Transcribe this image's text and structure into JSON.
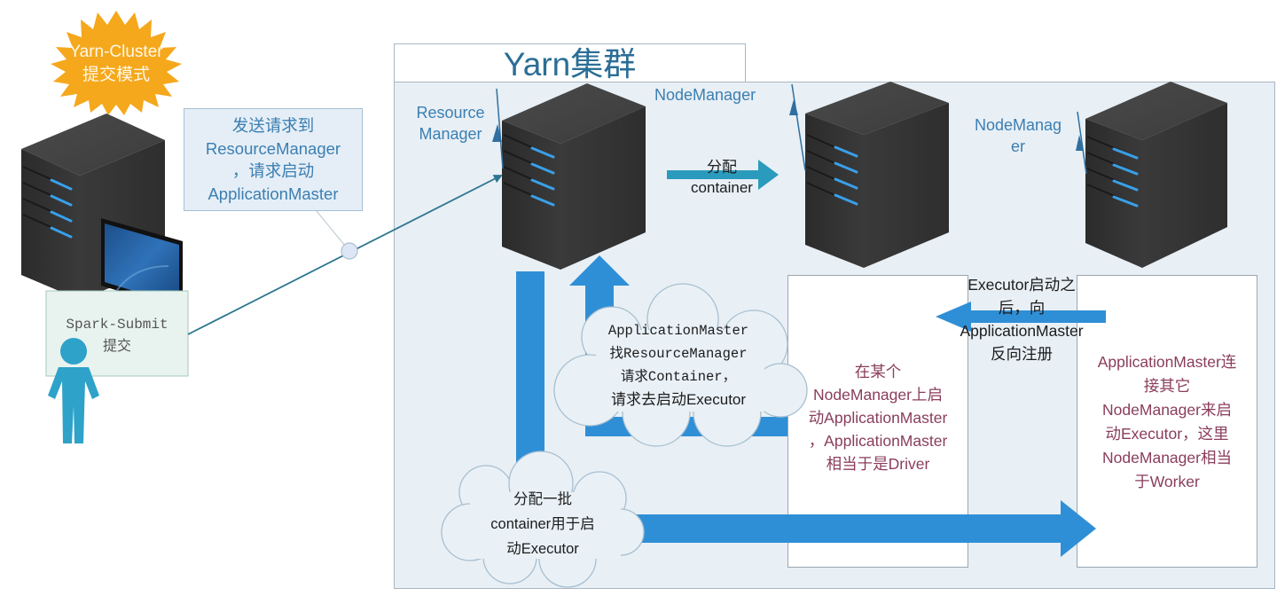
{
  "badge": {
    "line1": "Yarn-Cluster",
    "line2": "提交模式",
    "color": "#f5a81c"
  },
  "cluster": {
    "title": "Yarn集群",
    "background": "#e8eff5"
  },
  "client": {
    "submit_label_line1": "Spark-Submit",
    "submit_label_line2": "提交"
  },
  "request_callout": {
    "lines": [
      "发送请求到",
      "ResourceManager",
      "，请求启动",
      "ApplicationMaster"
    ]
  },
  "resource_manager": {
    "label_line1": "Resource",
    "label_line2": "Manager"
  },
  "node_manager_1": {
    "label": "NodeManager"
  },
  "node_manager_2": {
    "label_line1": "NodeManag",
    "label_line2": "er"
  },
  "allocate_arrow": {
    "line1": "分配",
    "line2": "container"
  },
  "executor_register": {
    "lines": [
      "Executor启动之",
      "后，向",
      "ApplicationMaster",
      "反向注册"
    ]
  },
  "am_request_cloud": {
    "lines": [
      "ApplicationMaster",
      "找ResourceManager",
      "请求Container，",
      "请求去启动Executor"
    ]
  },
  "allocate_cloud": {
    "lines": [
      "分配一批",
      "container用于启",
      "动Executor"
    ]
  },
  "am_box": {
    "lines": [
      "在某个",
      "NodeManager上启",
      "动ApplicationMaster",
      "，ApplicationMaster",
      "相当于是Driver"
    ]
  },
  "worker_box": {
    "lines": [
      "ApplicationMaster连",
      "接其它",
      "NodeManager来启",
      "动Executor，这里",
      "NodeManager相当",
      "于Worker"
    ]
  },
  "colors": {
    "arrow_blue": "#2f8fd6",
    "arrow_teal": "#2b9bbd",
    "label_blue": "#3b7fb2",
    "maroon_text": "#8a3d5c",
    "person": "#2ea2c9"
  }
}
